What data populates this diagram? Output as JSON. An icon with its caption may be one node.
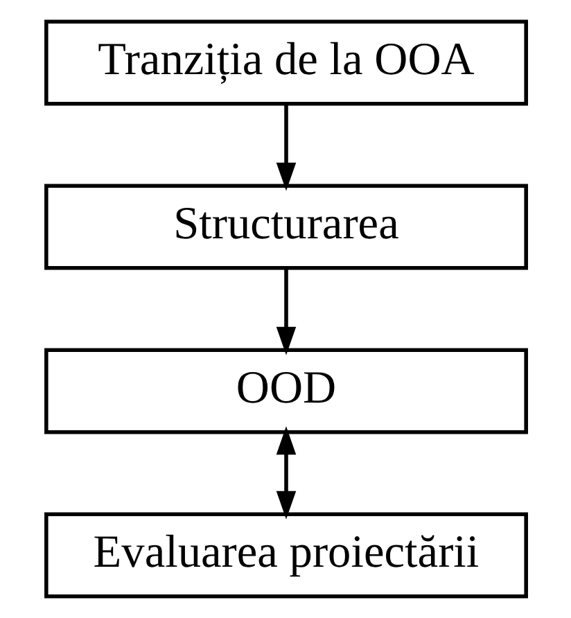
{
  "diagram": {
    "nodes": [
      {
        "text": [
          "Tranziția de la OOA"
        ]
      },
      {
        "text": [
          "Structurarea"
        ]
      },
      {
        "text": [
          "OOD"
        ]
      },
      {
        "text": [
          "Evaluarea proiectării"
        ]
      }
    ],
    "edges": [
      {
        "from": 0,
        "to": 1,
        "arrow": "to"
      },
      {
        "from": 1,
        "to": 2,
        "arrow": "to"
      },
      {
        "from": 2,
        "to": 3,
        "arrow": "both"
      }
    ]
  }
}
